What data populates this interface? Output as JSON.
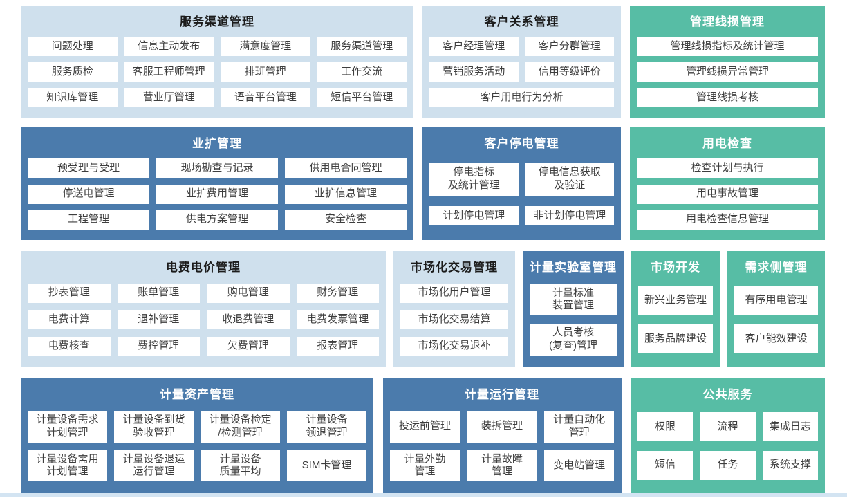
{
  "colors": {
    "light_blue_panel": "#cfe0ed",
    "dark_blue_panel": "#4b7bac",
    "teal_panel": "#57bda5",
    "box_background": "#ffffff",
    "box_text": "#3d3d3d",
    "title_on_light": "#1c1c1c",
    "title_on_dark": "#ffffff",
    "bottom_strip": "#d3e4f2"
  },
  "panels": [
    {
      "title": "服务渠道管理",
      "items": [
        "问题处理",
        "信息主动发布",
        "满意度管理",
        "服务渠道管理",
        "服务质检",
        "客服工程师管理",
        "排班管理",
        "工作交流",
        "知识库管理",
        "营业厅管理",
        "语音平台管理",
        "短信平台管理"
      ]
    },
    {
      "title": "客户关系管理",
      "items": [
        "客户经理管理",
        "客户分群管理",
        "营销服务活动",
        "信用等级评价",
        "客户用电行为分析"
      ]
    },
    {
      "title": "管理线损管理",
      "items": [
        "管理线损指标及统计管理",
        "管理线损异常管理",
        "管理线损考核"
      ]
    },
    {
      "title": "业扩管理",
      "items": [
        "预受理与受理",
        "现场勘查与记录",
        "供用电合同管理",
        "停送电管理",
        "业扩费用管理",
        "业扩信息管理",
        "工程管理",
        "供电方案管理",
        "安全检查"
      ]
    },
    {
      "title": "客户停电管理",
      "items": [
        "停电指标\n及统计管理",
        "停电信息获取\n及验证",
        "计划停电管理",
        "非计划停电管理"
      ]
    },
    {
      "title": "用电检查",
      "items": [
        "检查计划与执行",
        "用电事故管理",
        "用电检查信息管理"
      ]
    },
    {
      "title": "电费电价管理",
      "items": [
        "抄表管理",
        "账单管理",
        "购电管理",
        "财务管理",
        "电费计算",
        "退补管理",
        "收退费管理",
        "电费发票管理",
        "电费核查",
        "费控管理",
        "欠费管理",
        "报表管理"
      ]
    },
    {
      "title": "市场化交易管理",
      "items": [
        "市场化用户管理",
        "市场化交易结算",
        "市场化交易退补"
      ]
    },
    {
      "title": "计量实验室管理",
      "items": [
        "计量标准\n装置管理",
        "人员考核\n(复查)管理"
      ]
    },
    {
      "title": "市场开发",
      "items": [
        "新兴业务管理",
        "服务品牌建设"
      ]
    },
    {
      "title": "需求侧管理",
      "items": [
        "有序用电管理",
        "客户能效建设"
      ]
    },
    {
      "title": "计量资产管理",
      "items": [
        "计量设备需求\n计划管理",
        "计量设备到货\n验收管理",
        "计量设备检定\n/检测管理",
        "计量设备\n领退管理",
        "计量设备需用\n计划管理",
        "计量设备退运\n运行管理",
        "计量设备\n质量平均",
        "SIM卡管理"
      ]
    },
    {
      "title": "计量运行管理",
      "items": [
        "投运前管理",
        "装拆管理",
        "计量自动化\n管理",
        "计量外勤\n管理",
        "计量故障\n管理",
        "变电站管理"
      ]
    },
    {
      "title": "公共服务",
      "items": [
        "权限",
        "流程",
        "集成日志",
        "短信",
        "任务",
        "系统支撑"
      ]
    }
  ]
}
